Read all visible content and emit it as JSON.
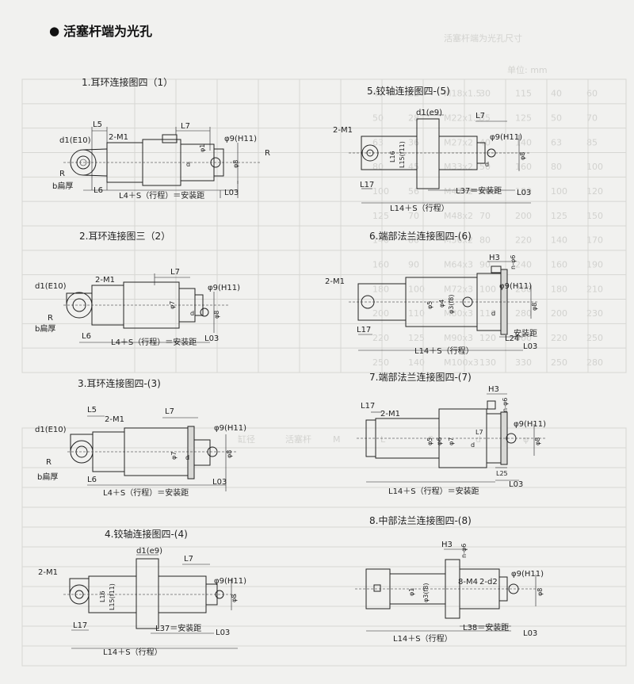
{
  "header": {
    "bullet": "●",
    "title": "活塞杆端为光孔"
  },
  "ghost": {
    "right_caption": "活塞杆端为光孔尺寸",
    "unit_label": "单位: mm",
    "col_headers": [
      "缸径",
      "活塞杆",
      "M",
      "L",
      "S",
      "d",
      "φ"
    ],
    "rows": [
      [
        "40",
        "22",
        "M18x1.5",
        "30",
        "115",
        "40",
        "60"
      ],
      [
        "50",
        "28",
        "M22x1.5",
        "35",
        "125",
        "50",
        "70"
      ],
      [
        "63",
        "36",
        "M27x2",
        "40",
        "140",
        "63",
        "85"
      ],
      [
        "80",
        "45",
        "M33x2",
        "50",
        "160",
        "80",
        "100"
      ],
      [
        "100",
        "56",
        "M42x2",
        "60",
        "180",
        "100",
        "120"
      ],
      [
        "125",
        "70",
        "M48x2",
        "70",
        "200",
        "125",
        "150"
      ],
      [
        "140",
        "80",
        "M56x2",
        "80",
        "220",
        "140",
        "170"
      ],
      [
        "160",
        "90",
        "M64x3",
        "90",
        "240",
        "160",
        "190"
      ],
      [
        "180",
        "100",
        "M72x3",
        "100",
        "260",
        "180",
        "210"
      ],
      [
        "200",
        "110",
        "M80x3",
        "110",
        "280",
        "200",
        "230"
      ],
      [
        "220",
        "125",
        "M90x3",
        "120",
        "300",
        "220",
        "250"
      ],
      [
        "250",
        "140",
        "M100x3",
        "130",
        "330",
        "250",
        "280"
      ]
    ]
  },
  "diagrams": [
    {
      "title": "1.耳环连接图四（1）",
      "labels": {
        "l5": "L5",
        "m1": "2-M1",
        "l7": "L7",
        "d1": "d1(E10)",
        "r": "R",
        "b": "b扁厚",
        "l6": "L6",
        "l4s": "L4＋S（行程）＝安装距",
        "l03": "L03",
        "phi9": "φ9(H11)",
        "phi1": "φ1",
        "phi8": "φ8",
        "d": "d",
        "r_right": "R"
      }
    },
    {
      "title": "2.耳环连接图三（2）",
      "labels": {
        "m1": "2-M1",
        "l7": "L7",
        "d1": "d1(E10)",
        "r": "R",
        "b": "b扁厚",
        "l6": "L6",
        "l4s": "L4＋S（行程）＝安装距",
        "l03": "L03",
        "phi9": "φ9(H11)",
        "phi7": "φ7",
        "phi8": "φ8",
        "d": "d"
      }
    },
    {
      "title": "3.耳环连接图四-(3)",
      "labels": {
        "l5": "L5",
        "m1": "2-M1",
        "l7": "L7",
        "d1": "d1(E10)",
        "r": "R",
        "b": "b扁厚",
        "l6": "L6",
        "l4s": "L4＋S（行程）＝安装距",
        "l03": "L03",
        "phi9": "φ9(H11)",
        "phi7": "φ7",
        "phi8": "φ8",
        "d": "d"
      }
    },
    {
      "title": "4.铰轴连接图四-(4)",
      "labels": {
        "d1": "d1(e9)",
        "l7": "L7",
        "m1": "2-M1",
        "l16": "L16",
        "l15": "L15(f11)",
        "l17": "L17",
        "l37": "L37＝安装距",
        "l03": "L03",
        "l14s": "L14＋S（行程）",
        "phi9": "φ9(H11)",
        "phi8": "φ8"
      }
    },
    {
      "title": "5.铰轴连接图四-(5)",
      "labels": {
        "d1": "d1(e9)",
        "l7": "L7",
        "m1": "2-M1",
        "l16": "L16",
        "l15": "L15(f11)",
        "l17": "L17",
        "l37": "L37＝安装距",
        "l03": "L03",
        "l14s": "L14＋S（行程）",
        "phi9": "φ9(H11)",
        "phi8": "φ8",
        "d": "d"
      }
    },
    {
      "title": "6.端部法兰连接图四-(6)",
      "labels": {
        "h3": "H3",
        "n6": "n-φ6",
        "m1": "2-M1",
        "phi9": "φ9(H11)",
        "phi8": "φ8",
        "phi5": "φ5",
        "phi4": "φ4",
        "phi3": "φ3(f8)",
        "l17": "L17",
        "l14s": "L14＋S（行程）",
        "l24": "L24",
        "anz": "安装距",
        "l03": "L03",
        "d": "d"
      }
    },
    {
      "title": "7.端部法兰连接图四-(7)",
      "labels": {
        "h3": "H3",
        "n6": "n-φ6",
        "l17": "L17",
        "m1": "2-M1",
        "phi9": "φ9(H11)",
        "phi8": "φ8",
        "phi5": "φ5",
        "phi6": "φ6",
        "phi7": "φ7",
        "l7": "L7",
        "d": "d",
        "l14s": "L14＋S（行程）＝安装距",
        "l03": "L03",
        "l25": "L25"
      }
    },
    {
      "title": "8.中部法兰连接图四-(8)",
      "labels": {
        "h3": "H3",
        "n6": "n-φ6",
        "m4": "8-M4",
        "d2": "2-d2",
        "phi9": "φ9(H11)",
        "phi8": "φ8",
        "phi1": "φ1",
        "phi3": "φ3(f8)",
        "l38": "L38＝安装距",
        "l03": "L03",
        "l14s": "L14＋S（行程）"
      }
    }
  ]
}
